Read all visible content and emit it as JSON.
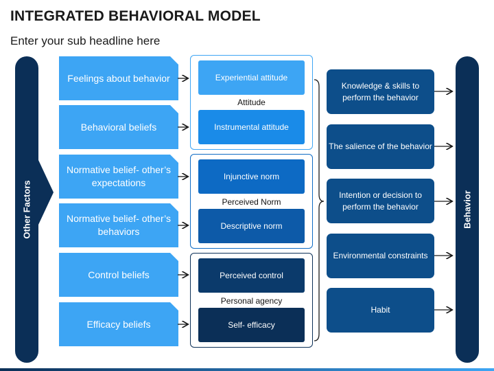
{
  "header": {
    "title": "INTEGRATED BEHAVIORAL MODEL",
    "subtitle": "Enter your sub headline here"
  },
  "left_pillar": {
    "label": "Other Factors"
  },
  "right_pillar": {
    "label": "Behavior"
  },
  "beliefs": [
    "Feelings about behavior",
    "Behavioral beliefs",
    "Normative belief- other’s expectations",
    "Normative belief- other’s behaviors",
    "Control beliefs",
    "Efficacy beliefs"
  ],
  "groups": [
    {
      "label": "Attitude",
      "items": [
        "Experiential attitude",
        "Instrumental attitude"
      ]
    },
    {
      "label": "Perceived Norm",
      "items": [
        "Injunctive norm",
        "Descriptive norm"
      ]
    },
    {
      "label": "Personal agency",
      "items": [
        "Perceived control",
        "Self- efficacy"
      ]
    }
  ],
  "outcomes": [
    "Knowledge & skills to perform the behavior",
    "The salience of the behavior",
    "Intention or decision to perform the behavior",
    "Environmental constraints",
    "Habit"
  ],
  "colors": {
    "navy": "#0b2f57",
    "belief_blue": "#3da5f4",
    "attitude_light": "#3da5f4",
    "attitude_mid": "#1a8be8",
    "norm_blue": "#0d6ac4",
    "agency_navy": "#0b3a6b",
    "outcome_blue": "#0d4e8a"
  }
}
